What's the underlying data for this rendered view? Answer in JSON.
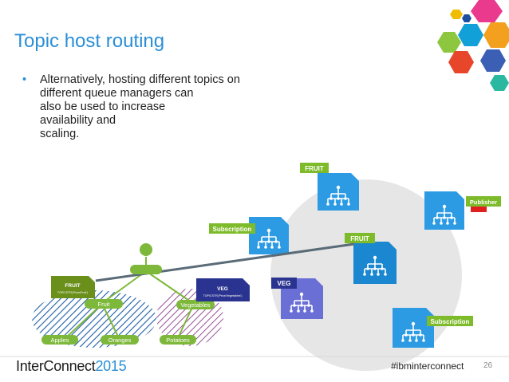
{
  "slide": {
    "title": "Topic host routing",
    "bullet": "Alternatively, hosting different topics on\ndifferent queue managers can\nalso be used to increase\navailability and\nscaling.",
    "page_number": "26"
  },
  "footer": {
    "brand_name": "InterConnect",
    "brand_year": "2015",
    "hashtag": "#ibminterconnect"
  },
  "diagram": {
    "qm_labels": {
      "fruit_top": "FRUIT",
      "publisher": "Publisher",
      "subscription_mid": "Subscription",
      "fruit_right": "FRUIT",
      "veg": "VEG",
      "subscription_bottom": "Subscription"
    },
    "topic_tree": {
      "root": "",
      "fruit": "Fruit",
      "vegetables": "Vegetables",
      "apples": "Apples",
      "oranges": "Oranges",
      "potatoes": "Potatoes"
    },
    "topic_objects": {
      "fruit_name": "FRUIT",
      "fruit_string": "TOPICSTR('Price/Fruit')",
      "veg_name": "VEG",
      "veg_string": "TOPICSTR('Price/Vegetables')"
    }
  },
  "colors": {
    "title_blue": "#2a8fd6",
    "qm_blue": "#2d9be4",
    "qm_purple": "#6a6fd6",
    "label_green": "#7dbb2a",
    "tree_green": "#7db83a",
    "veg_navy": "#2a3490",
    "fruit_olive": "#6a8f1a",
    "publisher_red": "#e0201f",
    "cluster_gray": "#e6e6e6"
  }
}
